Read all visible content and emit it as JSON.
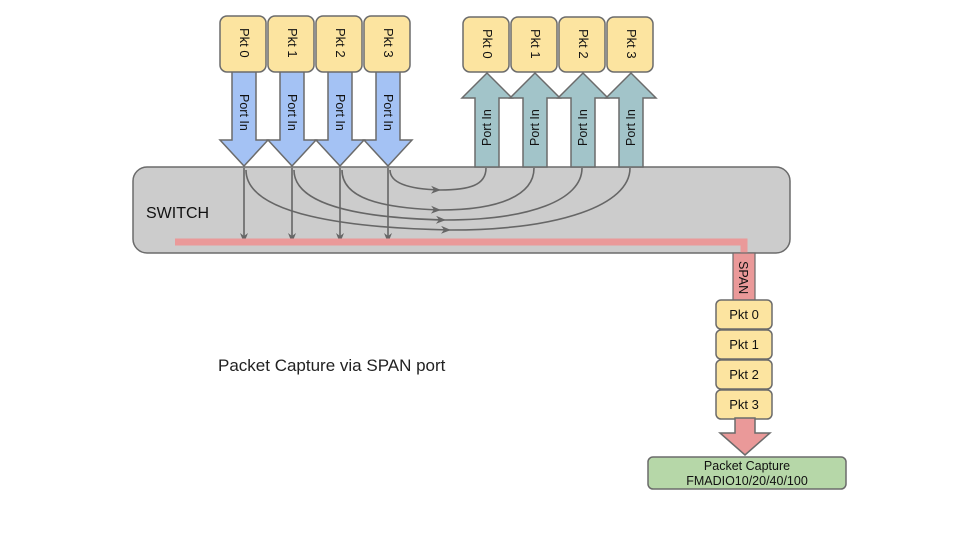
{
  "diagram": {
    "caption": "Packet Capture via SPAN port",
    "switch_label": "SWITCH",
    "colors": {
      "packet": "#fce4a0",
      "port_in_down": "#a4c2f4",
      "port_in_up": "#a2c4c9",
      "switch": "#cccccc",
      "span": "#ea9999",
      "capture": "#b6d7a8"
    },
    "left_group": {
      "packets": [
        "Pkt 0",
        "Pkt 1",
        "Pkt 2",
        "Pkt 3"
      ],
      "port_label": "Port In",
      "direction": "into switch"
    },
    "right_group": {
      "packets": [
        "Pkt 0",
        "Pkt 1",
        "Pkt 2",
        "Pkt 3"
      ],
      "port_label": "Port In",
      "direction": "out of switch"
    },
    "span": {
      "label": "SPAN",
      "packets": [
        "Pkt 0",
        "Pkt 1",
        "Pkt 2",
        "Pkt 3"
      ]
    },
    "capture": {
      "line1": "Packet Capture",
      "line2": "FMADIO10/20/40/100"
    }
  }
}
